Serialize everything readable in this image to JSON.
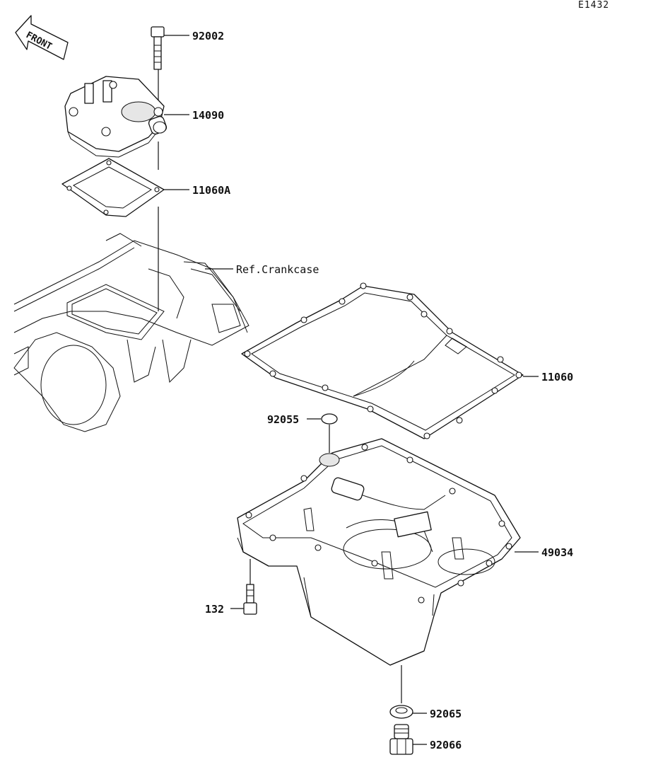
{
  "diagram": {
    "code": "E1432",
    "front_label": "FRONT",
    "colors": {
      "ink": "#111111",
      "paper": "#ffffff"
    },
    "callouts": [
      {
        "part": "92002"
      },
      {
        "part": "14090"
      },
      {
        "part": "11060A"
      },
      {
        "part": "Ref.Crankcase"
      },
      {
        "part": "11060"
      },
      {
        "part": "92055"
      },
      {
        "part": "49034"
      },
      {
        "part": "132"
      },
      {
        "part": "92065"
      },
      {
        "part": "92066"
      }
    ]
  }
}
